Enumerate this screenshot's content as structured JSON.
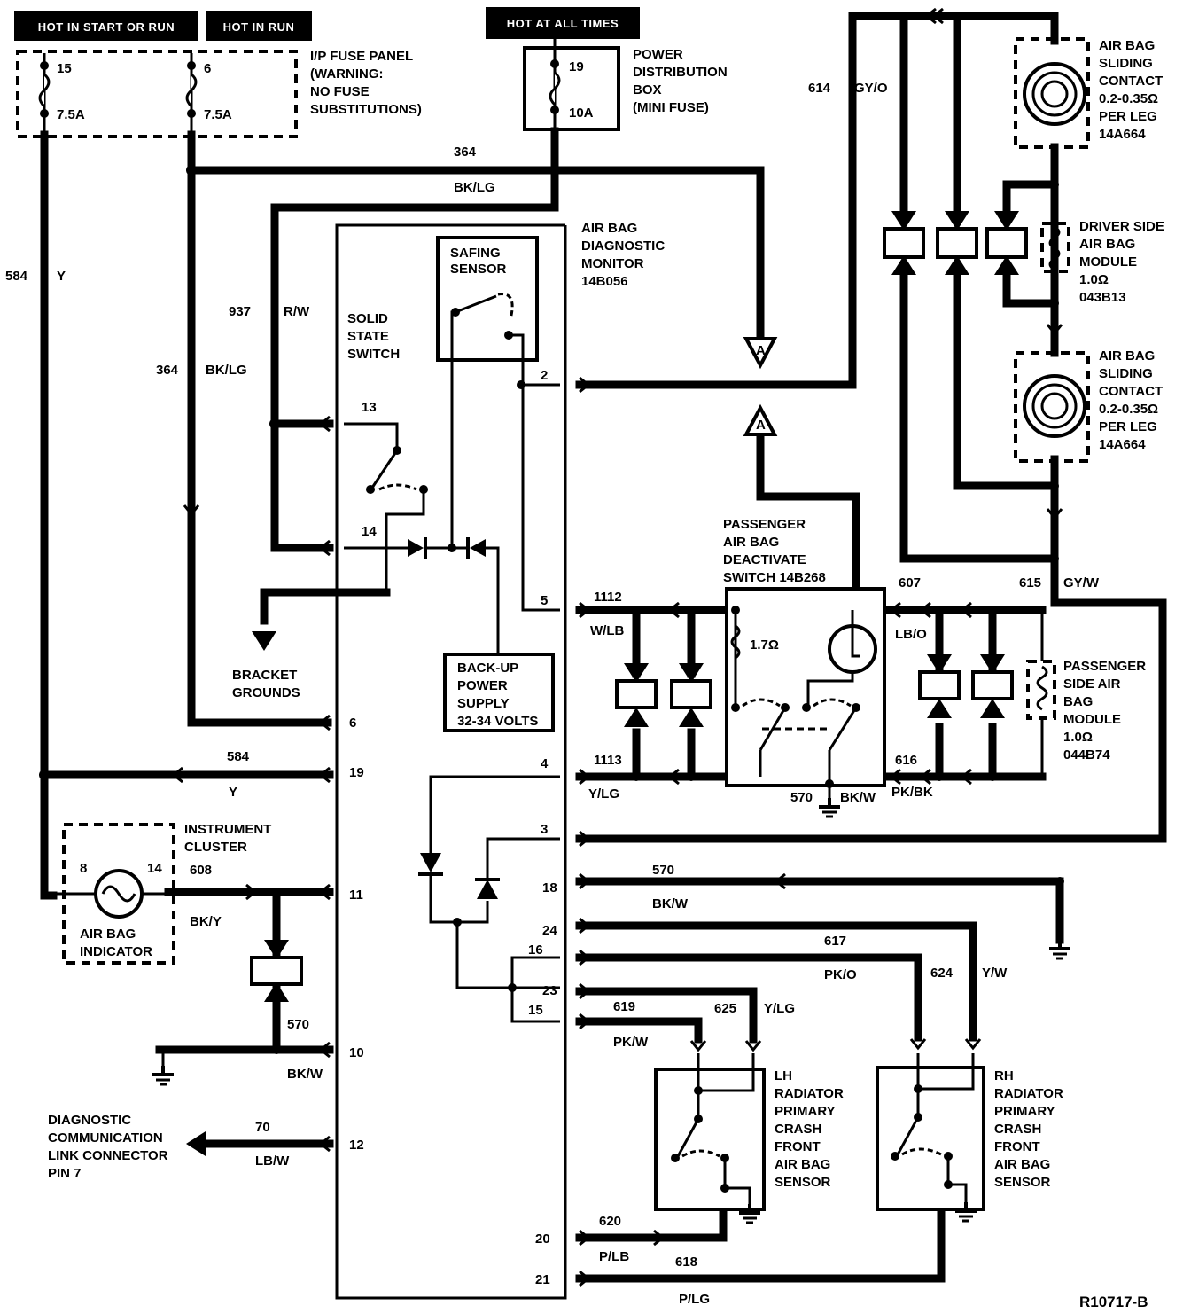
{
  "headers": {
    "hot_in_start_or_run": "HOT IN START OR RUN",
    "hot_in_run": "HOT IN RUN",
    "hot_at_all_times": "HOT AT ALL TIMES"
  },
  "fuse_panel": {
    "fuse1_number": "15",
    "fuse1_rating": "7.5A",
    "fuse2_number": "6",
    "fuse2_rating": "7.5A",
    "title_lines": [
      "I/P FUSE PANEL",
      "(WARNING:",
      "NO FUSE",
      "SUBSTITUTIONS)"
    ]
  },
  "power_distribution_box": {
    "fuse_number": "19",
    "fuse_rating": "10A",
    "title_lines": [
      "POWER",
      "DISTRIBUTION",
      "BOX",
      "(MINI FUSE)"
    ]
  },
  "diagnostic_monitor": {
    "title_lines": [
      "AIR BAG",
      "DIAGNOSTIC",
      "MONITOR",
      "14B056"
    ],
    "safing_sensor_lines": [
      "SAFING",
      "SENSOR"
    ],
    "solid_state_lines": [
      "SOLID",
      "STATE",
      "SWITCH"
    ],
    "backup_power_lines": [
      "BACK-UP",
      "POWER",
      "SUPPLY",
      "32-34 VOLTS"
    ],
    "bracket_grounds_lines": [
      "BRACKET",
      "GROUNDS"
    ]
  },
  "pins": {
    "p2": "2",
    "p5": "5",
    "p4": "4",
    "p3": "3",
    "p13": "13",
    "p14": "14",
    "p6": "6",
    "p19": "19",
    "p11": "11",
    "p10": "10",
    "p12": "12",
    "p18": "18",
    "p24": "24",
    "p16": "16",
    "p23": "23",
    "p15": "15",
    "p20": "20",
    "p21": "21"
  },
  "circuits": {
    "c364_top": "364",
    "bk_lg_top": "BK/LG",
    "c584_left": "584",
    "y_left": "Y",
    "c937": "937",
    "r_w": "R/W",
    "c364_left": "364",
    "bk_lg_left": "BK/LG",
    "c614": "614",
    "gy_o": "GY/O",
    "c1112": "1112",
    "w_lb": "W/LB",
    "c1113": "1113",
    "y_lg": "Y/LG",
    "c607": "607",
    "lb_o": "LB/O",
    "c615": "615",
    "gy_w": "GY/W",
    "c616": "616",
    "pk_bk": "PK/BK",
    "c570_switch": "570",
    "bk_w_switch": "BK/W",
    "c584_mid": "584",
    "y_mid": "Y",
    "c608": "608",
    "bk_y": "BK/Y",
    "c570_cluster": "570",
    "bk_w_cluster": "BK/W",
    "c70": "70",
    "lb_w": "LB/W",
    "c570_right": "570",
    "bk_w_right": "BK/W",
    "c617": "617",
    "pk_o": "PK/O",
    "c624": "624",
    "y_w": "Y/W",
    "c619": "619",
    "pk_w": "PK/W",
    "c625": "625",
    "y_lg_sensor": "Y/LG",
    "c620": "620",
    "p_lb": "P/LB",
    "c618": "618",
    "p_lg": "P/LG"
  },
  "components": {
    "sliding_contact_top_lines": [
      "AIR BAG",
      "SLIDING",
      "CONTACT",
      "0.2-0.35Ω",
      "PER LEG",
      "14A664"
    ],
    "sliding_contact_bottom_lines": [
      "AIR BAG",
      "SLIDING",
      "CONTACT",
      "0.2-0.35Ω",
      "PER LEG",
      "14A664"
    ],
    "driver_module_lines": [
      "DRIVER SIDE",
      "AIR BAG",
      "MODULE",
      "1.0Ω",
      "043B13"
    ],
    "passenger_switch_lines": [
      "PASSENGER",
      "AIR BAG",
      "DEACTIVATE",
      "SWITCH 14B268"
    ],
    "passenger_switch_resistor": "1.7Ω",
    "passenger_module_lines": [
      "PASSENGER",
      "SIDE AIR",
      "BAG",
      "MODULE",
      "1.0Ω",
      "044B74"
    ],
    "instrument_cluster_lines": [
      "INSTRUMENT",
      "CLUSTER"
    ],
    "indicator_pin_left": "8",
    "indicator_pin_right": "14",
    "indicator_lines": [
      "AIR BAG",
      "INDICATOR"
    ],
    "dlc_lines": [
      "DIAGNOSTIC",
      "COMMUNICATION",
      "LINK CONNECTOR",
      "PIN 7"
    ],
    "lh_sensor_lines": [
      "LH",
      "RADIATOR",
      "PRIMARY",
      "CRASH",
      "FRONT",
      "AIR BAG",
      "SENSOR"
    ],
    "rh_sensor_lines": [
      "RH",
      "RADIATOR",
      "PRIMARY",
      "CRASH",
      "FRONT",
      "AIR BAG",
      "SENSOR"
    ],
    "connector_a_top": "A",
    "connector_a_bottom": "A"
  },
  "figure_id": "R10717-B",
  "icons": [
    "fuse-icon",
    "ground-icon",
    "connector-icon",
    "diode-icon",
    "arrow-icon",
    "clockspring-icon",
    "lamp-icon",
    "resistor-icon"
  ]
}
